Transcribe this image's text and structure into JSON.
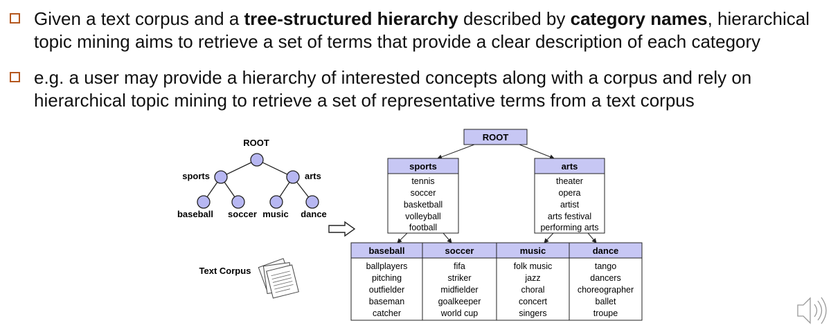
{
  "bullets": [
    {
      "line1": {
        "p1": "Given a text corpus and a ",
        "b1": "tree-structured hierarchy",
        "p2": " described by ",
        "b2": "category names",
        "p3": ", hierarchical"
      },
      "line2": "topic mining aims to retrieve a set of terms that provide a clear description of each category"
    },
    {
      "line1": "e.g. a user may provide a hierarchy of interested concepts along with a corpus and rely on",
      "line2": "hierarchical topic mining to retrieve a set of representative terms from a text corpus"
    }
  ],
  "small_tree": {
    "root": "ROOT",
    "left": "sports",
    "right": "arts",
    "leaves": [
      "baseball",
      "soccer",
      "music",
      "dance"
    ]
  },
  "corpus_label": "Text Corpus",
  "big_tree": {
    "root": "ROOT",
    "level1": [
      {
        "name": "sports",
        "terms": [
          "tennis",
          "soccer",
          "basketball",
          "volleyball",
          "football"
        ]
      },
      {
        "name": "arts",
        "terms": [
          "theater",
          "opera",
          "artist",
          "arts festival",
          "performing arts"
        ]
      }
    ],
    "level2": [
      {
        "name": "baseball",
        "terms": [
          "ballplayers",
          "pitching",
          "outfielder",
          "baseman",
          "catcher"
        ]
      },
      {
        "name": "soccer",
        "terms": [
          "fifa",
          "striker",
          "midfielder",
          "goalkeeper",
          "world cup"
        ]
      },
      {
        "name": "music",
        "terms": [
          "folk music",
          "jazz",
          "choral",
          "concert",
          "singers"
        ]
      },
      {
        "name": "dance",
        "terms": [
          "tango",
          "dancers",
          "choreographer",
          "ballet",
          "troupe"
        ]
      }
    ]
  },
  "colors": {
    "accent": "#b4571e",
    "node_fill": "#b7b7f2",
    "header_fill": "#c7c7f4",
    "line": "#222222"
  },
  "icons": [
    "arrow-right-icon",
    "documents-icon",
    "speaker-icon"
  ]
}
